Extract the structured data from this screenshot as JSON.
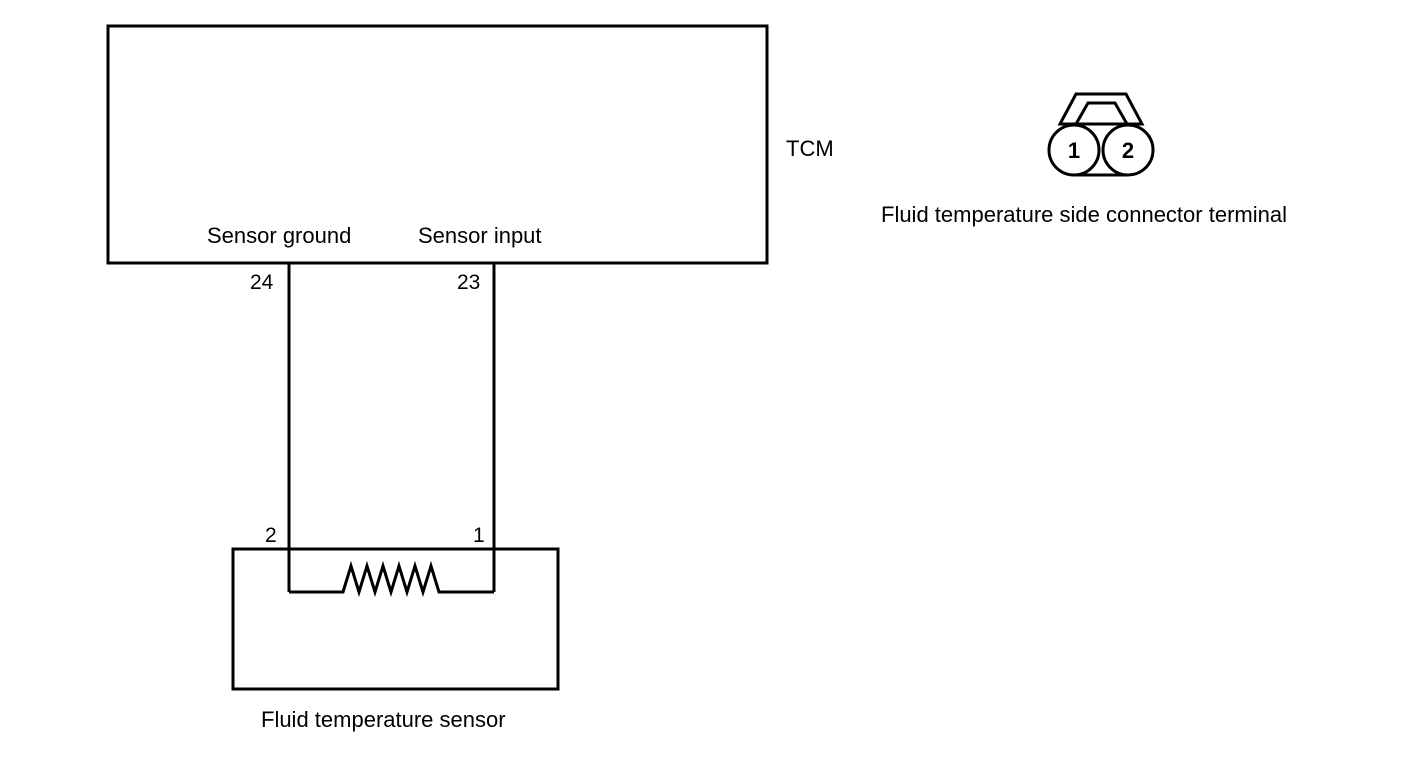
{
  "tcm": {
    "label": "TCM",
    "sensor_ground_label": "Sensor ground",
    "sensor_input_label": "Sensor input",
    "pin_ground": "24",
    "pin_input": "23"
  },
  "sensor": {
    "label": "Fluid temperature sensor",
    "pin_ground": "2",
    "pin_input": "1"
  },
  "connector": {
    "label": "Fluid temperature side connector terminal",
    "terminal_1": "1",
    "terminal_2": "2"
  },
  "colors": {
    "line": "#000000",
    "background": "#ffffff"
  }
}
